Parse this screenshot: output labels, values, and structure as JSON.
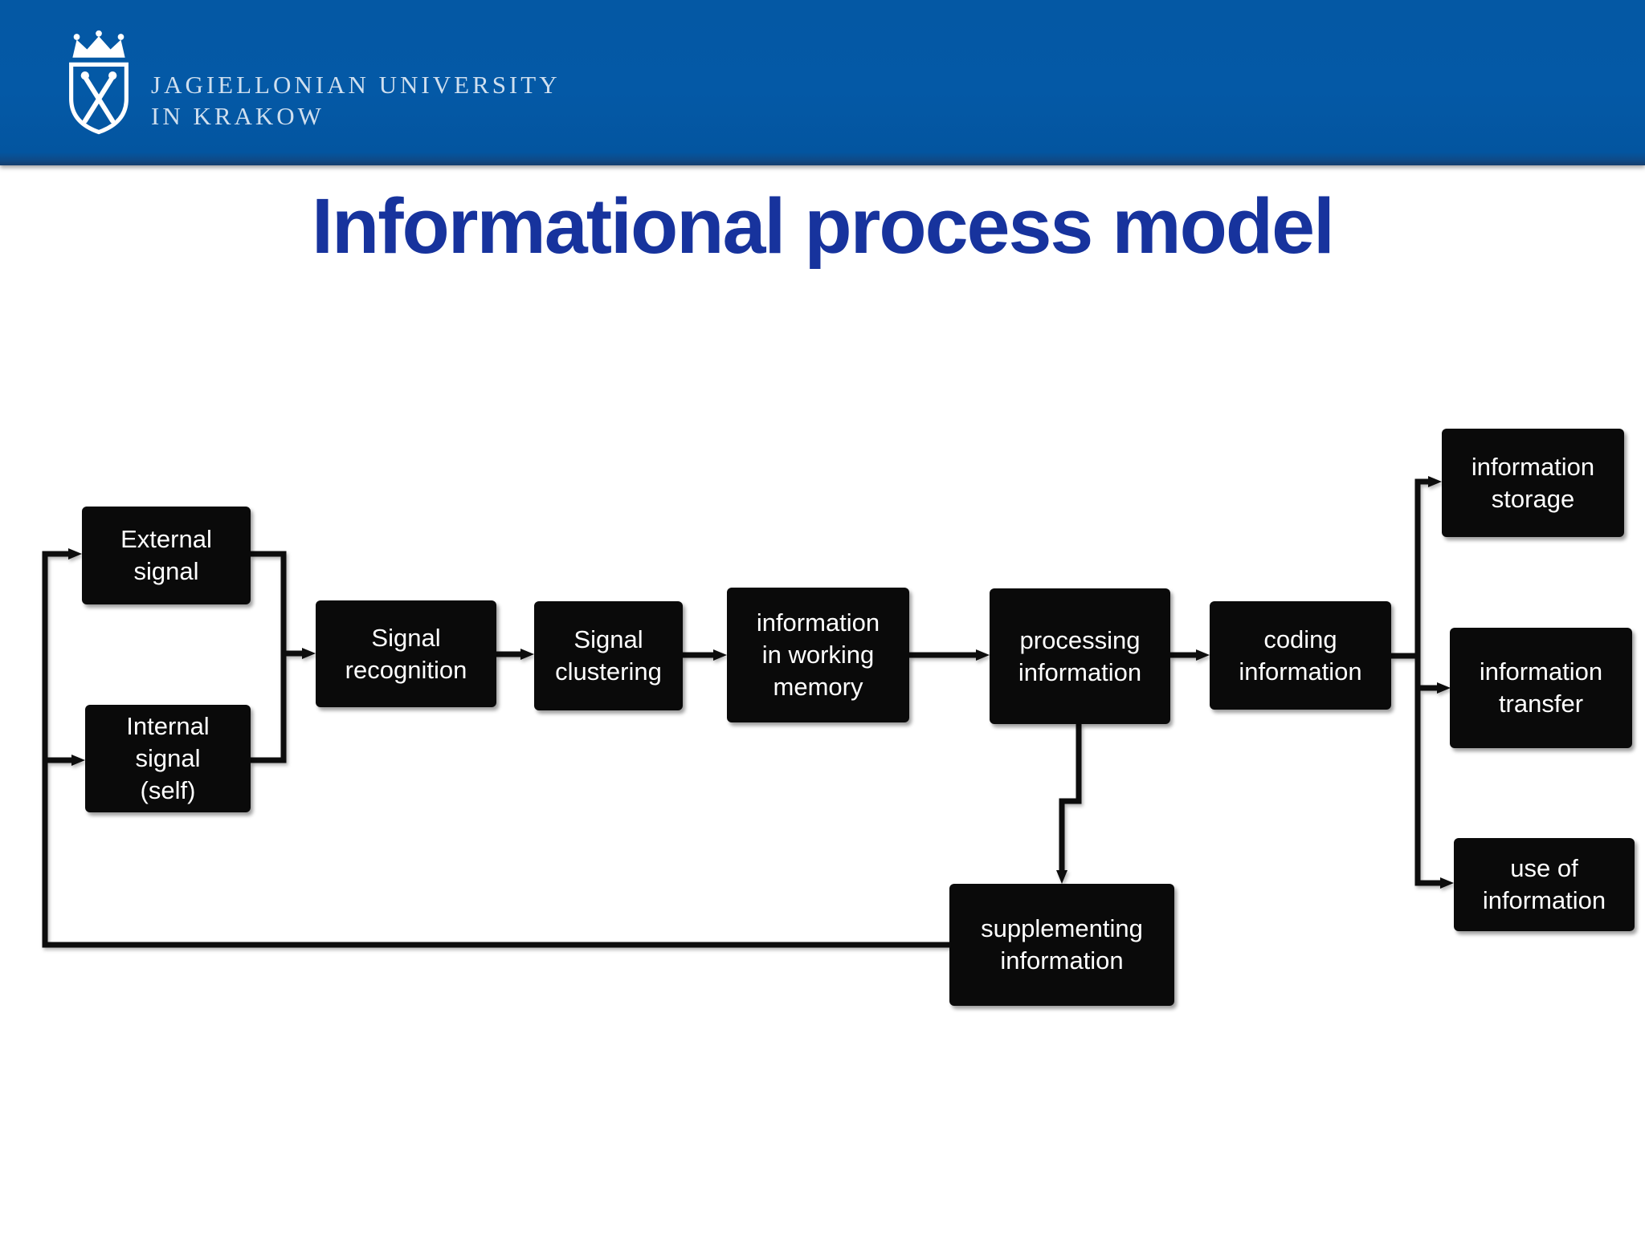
{
  "header": {
    "university_name_line1": "JAGIELLONIAN UNIVERSITY",
    "university_name_line2": "IN KRAKOW",
    "logo_icon": "university-crest-crown-shield-crossed-scepters",
    "background_color": "#0459a6",
    "text_color": "#cfdfef"
  },
  "slide": {
    "title": "Informational process model",
    "title_color": "#17339d",
    "background_color": "#ffffff"
  },
  "diagram": {
    "node_fill_color": "#0a0a0a",
    "node_text_color": "#ffffff",
    "connector_color": "#0d0d0d",
    "nodes": [
      {
        "id": "external-signal",
        "label": "External\nsignal"
      },
      {
        "id": "internal-signal",
        "label": "Internal\nsignal\n(self)"
      },
      {
        "id": "signal-recognition",
        "label": "Signal\nrecognition"
      },
      {
        "id": "signal-clustering",
        "label": "Signal\nclustering"
      },
      {
        "id": "information-working-memory",
        "label": "information\nin working\nmemory"
      },
      {
        "id": "processing-information",
        "label": "processing\ninformation"
      },
      {
        "id": "coding-information",
        "label": "coding\ninformation"
      },
      {
        "id": "information-storage",
        "label": "information\nstorage"
      },
      {
        "id": "information-transfer",
        "label": "information\ntransfer"
      },
      {
        "id": "use-of-information",
        "label": "use of\ninformation"
      },
      {
        "id": "supplementing-information",
        "label": "supplementing\ninformation"
      }
    ],
    "edges": [
      {
        "from": "external-signal",
        "to": "signal-recognition"
      },
      {
        "from": "internal-signal",
        "to": "signal-recognition"
      },
      {
        "from": "signal-recognition",
        "to": "signal-clustering"
      },
      {
        "from": "signal-clustering",
        "to": "information-working-memory"
      },
      {
        "from": "information-working-memory",
        "to": "processing-information"
      },
      {
        "from": "processing-information",
        "to": "coding-information"
      },
      {
        "from": "coding-information",
        "to": "information-storage"
      },
      {
        "from": "coding-information",
        "to": "information-transfer"
      },
      {
        "from": "coding-information",
        "to": "use-of-information"
      },
      {
        "from": "processing-information",
        "to": "supplementing-information"
      },
      {
        "from": "supplementing-information",
        "to": "external-signal"
      },
      {
        "from": "supplementing-information",
        "to": "internal-signal"
      }
    ]
  }
}
